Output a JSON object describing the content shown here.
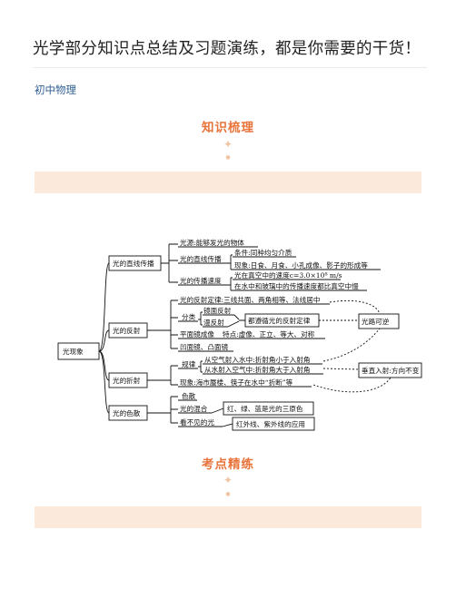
{
  "article": {
    "title": "光学部分知识点总结及习题演练，都是你需要的干货！",
    "category": "初中物理"
  },
  "sections": [
    {
      "heading": "知识梳理",
      "star": "✦",
      "dot": "●"
    },
    {
      "heading": "考点精练",
      "star": "✦",
      "dot": "●"
    }
  ],
  "mindmap": {
    "root": "光现象",
    "branches": [
      {
        "label": "光的直线传播",
        "items": {
          "source": "光源:能够发光的物体",
          "propagation": "光的直线传播",
          "condition": "条件:同种均匀介质",
          "phenomena": "现象:日食、月食、小孔成像、影子的形成等",
          "speed": "光的传播速度",
          "speed_vacuum": "光在真空中的速度c=3.0×10⁸ m/s",
          "speed_media": "在水中和玻璃中的传播速度都比真空中慢"
        }
      },
      {
        "label": "光的反射",
        "items": {
          "law": "光的反射定律:三线共面、两角相等、法线居中",
          "classify": "分类",
          "specular": "镜面反射",
          "diffuse": "漫反射",
          "both_follow": "都遵循光的反射定律",
          "plane_mirror": "平面镜成像",
          "features": "特点:虚像、正立、等大、对称",
          "curved": "凹面镜、凸面镜"
        }
      },
      {
        "label": "光的折射",
        "items": {
          "rule": "规律",
          "air_to_water": "从空气射入水中:折射角小于入射角",
          "water_to_air": "从水射入空气中:折射角大于入射角",
          "phenomena": "现象:海市蜃楼、筷子在水中“折断”等"
        }
      },
      {
        "label": "光的色散",
        "items": {
          "color_dispersion": "色散",
          "color_mixing": "光的混合",
          "primary": "红、绿、蓝是光的三原色",
          "invisible": "看不见的光",
          "ir_uv": "红外线、紫外线的应用"
        }
      }
    ],
    "notes": {
      "reversible": "光路可逆",
      "perpendicular": "垂直入射:方向不变"
    }
  }
}
